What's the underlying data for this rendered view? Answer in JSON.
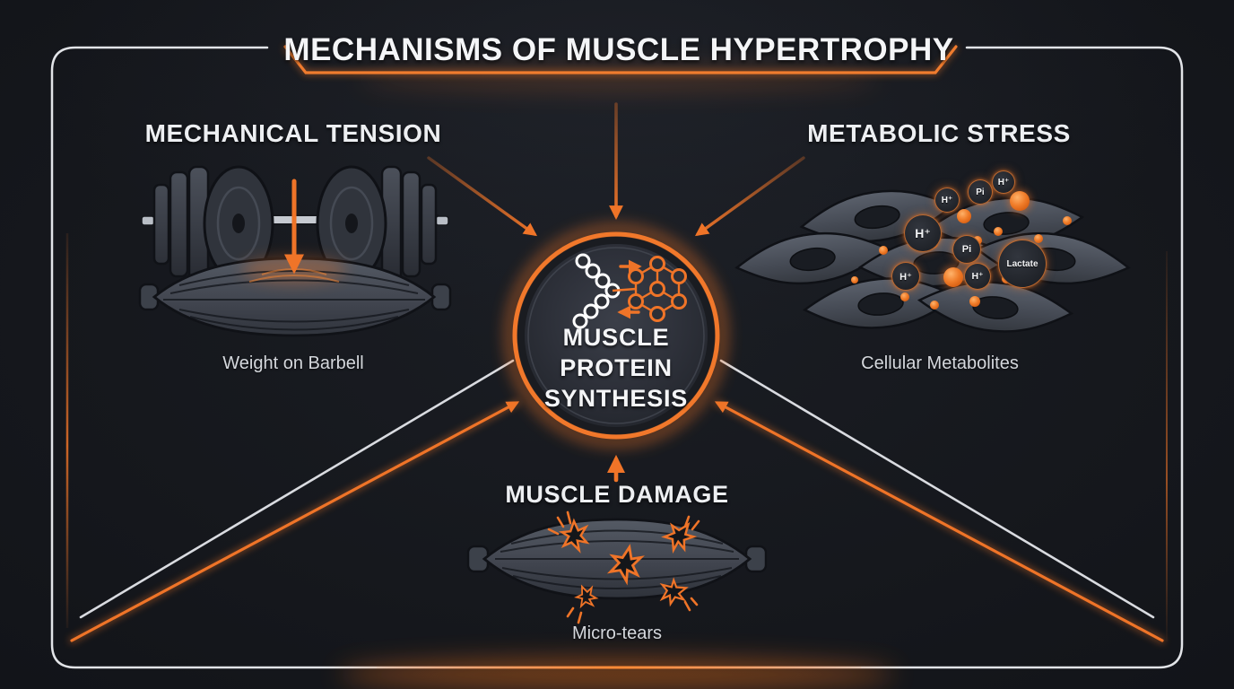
{
  "title": "MECHANISMS OF MUSCLE HYPERTROPHY",
  "center_node": {
    "icon": "protein-synthesis-icon",
    "lines": [
      "MUSCLE",
      "PROTEIN",
      "SYNTHESIS"
    ]
  },
  "sections": {
    "mechanical_tension": {
      "heading": "MECHANICAL TENSION",
      "caption": "Weight on Barbell",
      "illustration": "barbell-pressing-muscle"
    },
    "metabolic_stress": {
      "heading": "METABOLIC STRESS",
      "caption": "Cellular Metabolites",
      "illustration": "muscle-cells-with-metabolites",
      "metabolites": [
        "H⁺",
        "Pi",
        "H⁺",
        "H⁺",
        "Pi",
        "Lactate",
        "H⁺",
        "H⁺"
      ]
    },
    "muscle_damage": {
      "heading": "MUSCLE DAMAGE",
      "caption": "Micro-tears",
      "illustration": "muscle-with-micro-tears"
    }
  },
  "colors": {
    "background": "#15171c",
    "accent_orange": "#ef7428",
    "frame_white": "#e2e4e8",
    "text_primary": "#f4f5f7",
    "text_secondary": "#d5d8dd",
    "circle_fill": "#2c3038"
  }
}
